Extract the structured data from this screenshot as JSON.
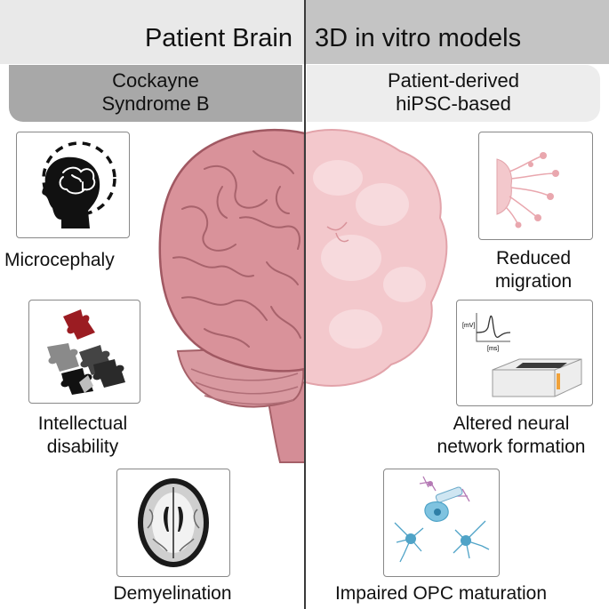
{
  "left_panel": {
    "title": "Patient Brain",
    "subtitle_line1": "Cockayne",
    "subtitle_line2": "Syndrome B",
    "features": [
      {
        "label": "Microcephaly",
        "icon": "child-head-microcephaly-icon"
      },
      {
        "label_line1": "Intellectual",
        "label_line2": "disability",
        "icon": "puzzle-pieces-icon"
      },
      {
        "label": "Demyelination",
        "icon": "brain-mri-scan-icon"
      }
    ]
  },
  "right_panel": {
    "title": "3D in vitro models",
    "subtitle_line1": "Patient-derived",
    "subtitle_line2": "hiPSC-based",
    "features": [
      {
        "label_line1": "Reduced",
        "label_line2": "migration",
        "icon": "migrating-cells-icon"
      },
      {
        "label_line1": "Altered neural",
        "label_line2": "network formation",
        "icon": "multi-electrode-array-icon",
        "trace_y_label": "[mV]",
        "trace_x_label": "[ms]"
      },
      {
        "label": "Impaired OPC maturation",
        "icon": "oligodendrocyte-cells-icon"
      }
    ]
  },
  "colors": {
    "brain_pink": "#d9929a",
    "organoid_pink": "#f3c8cc",
    "header_left": "#e9e9e9",
    "header_right": "#c4c4c4",
    "subtitle_left": "#a8a8a8",
    "subtitle_right": "#ededed",
    "puzzle_red": "#9b1c22",
    "cell_blue": "#4fa3c7"
  }
}
